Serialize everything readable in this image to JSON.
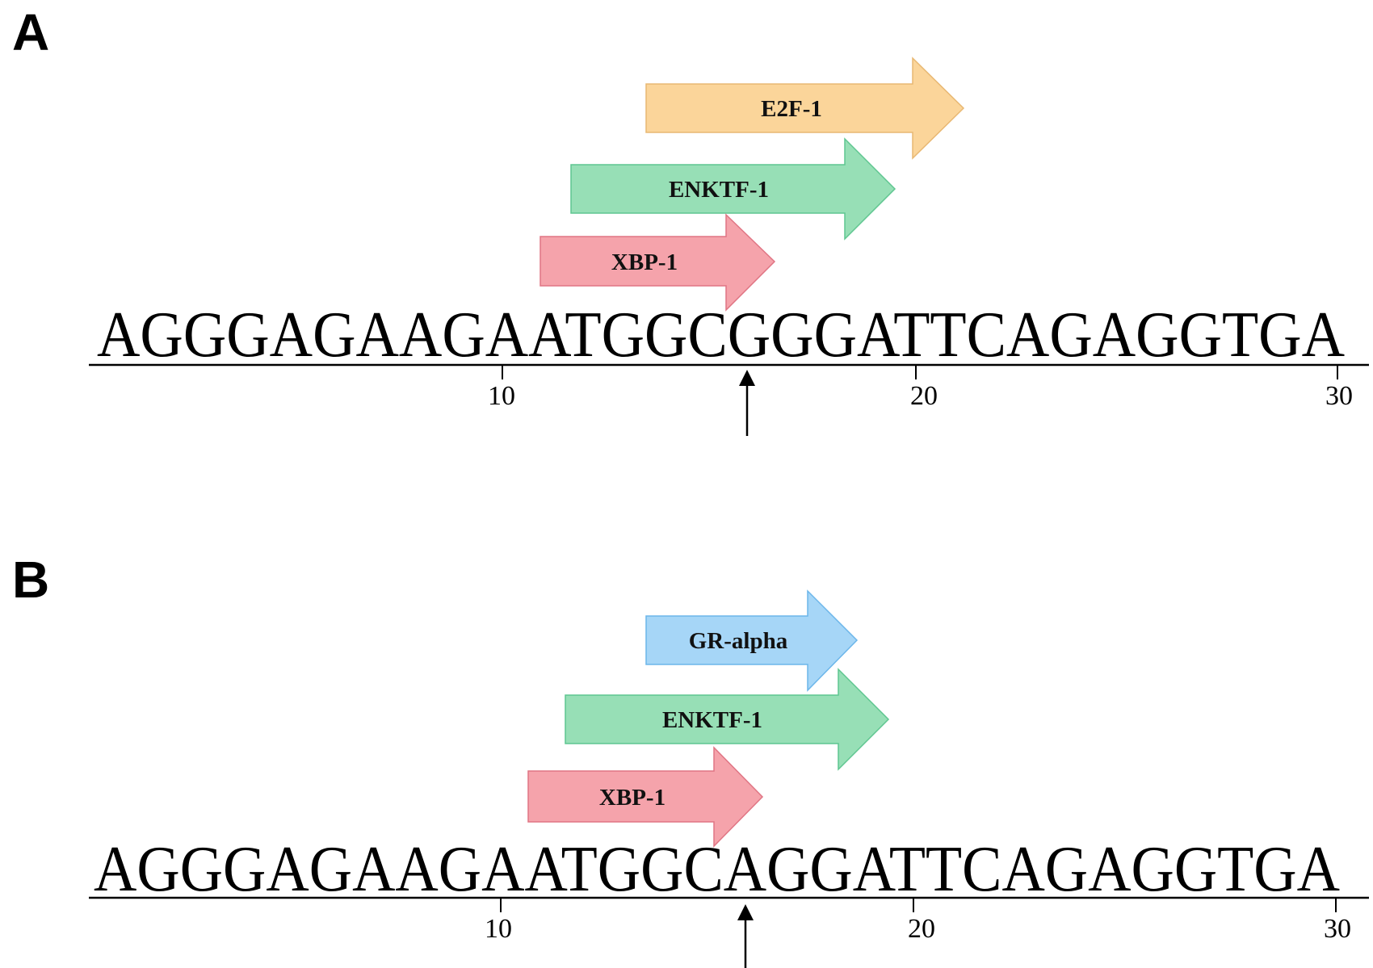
{
  "panels": [
    {
      "label": "A",
      "sequence": "AGGGAGAAGAATGGCGGGATTCAGAGGTGA",
      "ticks": [
        "10",
        "20",
        "30"
      ],
      "factors": [
        {
          "name": "E2F-1",
          "color": "#fbd59a",
          "border": "#e8b873"
        },
        {
          "name": "ENKTF-1",
          "color": "#97dfb6",
          "border": "#5fc690"
        },
        {
          "name": "XBP-1",
          "color": "#f5a3ab",
          "border": "#e07584"
        }
      ]
    },
    {
      "label": "B",
      "sequence": "AGGGAGAAGAATGGCAGGATTCAGAGGTGA",
      "ticks": [
        "10",
        "20",
        "30"
      ],
      "factors": [
        {
          "name": "GR-alpha",
          "color": "#a6d6f7",
          "border": "#6cb6ea"
        },
        {
          "name": "ENKTF-1",
          "color": "#97dfb6",
          "border": "#5fc690"
        },
        {
          "name": "XBP-1",
          "color": "#f5a3ab",
          "border": "#e07584"
        }
      ]
    }
  ]
}
